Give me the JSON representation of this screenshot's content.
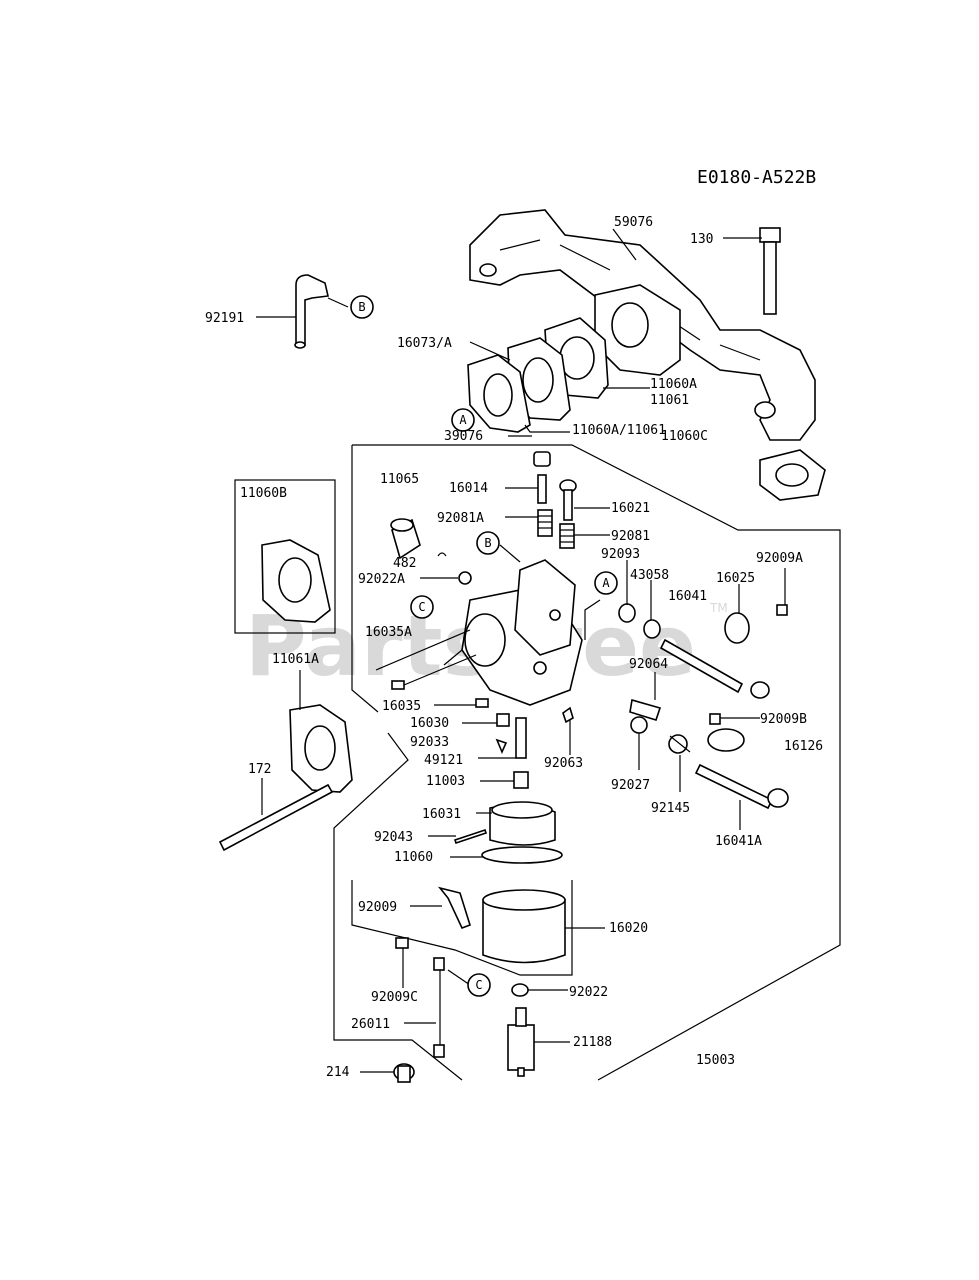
{
  "diagram_code": "E0180-A522B",
  "watermark": {
    "text": "PartsTree",
    "tm": "TM"
  },
  "reference_markers": [
    "A",
    "B",
    "C"
  ],
  "labels": {
    "p59076": "59076",
    "p130": "130",
    "p92191": "92191",
    "p16073A": "16073/A",
    "p11060A": "11060A",
    "p11061": "11061",
    "p11060A11061": "11060A/11061",
    "p11060C": "11060C",
    "p39076": "39076",
    "p11065": "11065",
    "p16014": "16014",
    "p16021": "16021",
    "p11060B": "11060B",
    "p92081A": "92081A",
    "p92081": "92081",
    "p92093": "92093",
    "p92009A": "92009A",
    "p482": "482",
    "p92022A": "92022A",
    "p43058": "43058",
    "p16025": "16025",
    "p16041": "16041",
    "p16035A": "16035A",
    "p11061A": "11061A",
    "p92064": "92064",
    "p16035": "16035",
    "p92009B": "92009B",
    "p16030": "16030",
    "p16126": "16126",
    "p92033": "92033",
    "p49121": "49121",
    "p92063": "92063",
    "p92027": "92027",
    "p172": "172",
    "p11003": "11003",
    "p92145": "92145",
    "p16031": "16031",
    "p16041A": "16041A",
    "p92043": "92043",
    "p11060": "11060",
    "p92009": "92009",
    "p16020": "16020",
    "p92009C": "92009C",
    "p92022": "92022",
    "p26011": "26011",
    "p21188": "21188",
    "p15003": "15003",
    "p214": "214"
  }
}
